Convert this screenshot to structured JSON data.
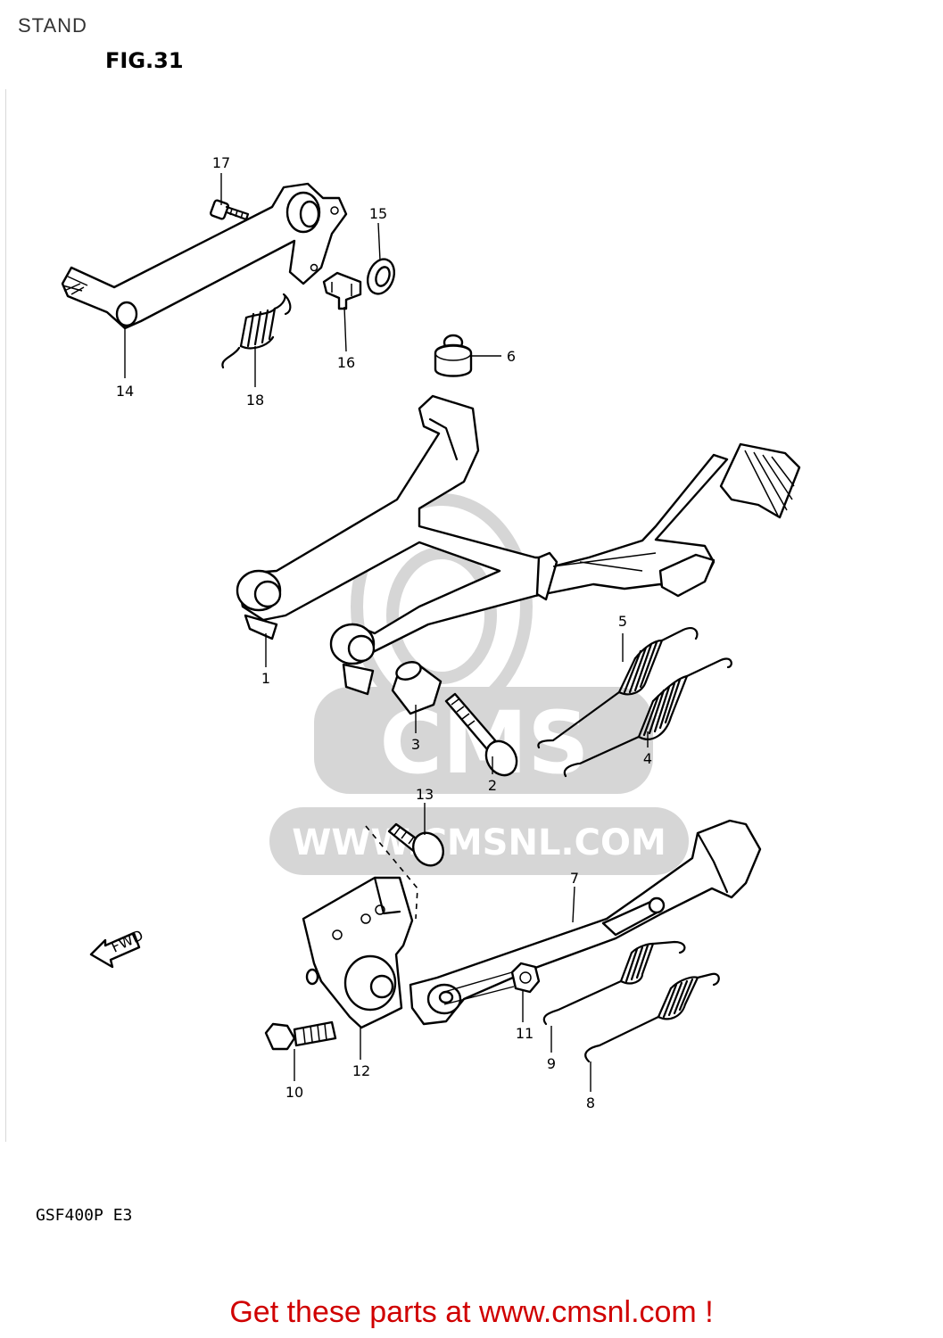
{
  "header": {
    "section_title": "STAND",
    "figure_label": "FIG.31"
  },
  "footer": {
    "model_code": "GSF400P E3",
    "call_to_action": "Get these parts at www.cmsnl.com !"
  },
  "watermark": {
    "brand": "CMS",
    "url": "WWW.CMSNL.COM",
    "color": "#d6d6d6"
  },
  "direction_arrow": {
    "label": "FWD"
  },
  "callouts": {
    "c1": "1",
    "c2": "2",
    "c3": "3",
    "c4": "4",
    "c5": "5",
    "c6": "6",
    "c7": "7",
    "c8": "8",
    "c9": "9",
    "c10": "10",
    "c11": "11",
    "c12": "12",
    "c13": "13",
    "c14": "14",
    "c15": "15",
    "c16": "16",
    "c17": "17",
    "c18": "18"
  },
  "colors": {
    "cta": "#d00000",
    "ink": "#000000",
    "title": "#333333"
  }
}
